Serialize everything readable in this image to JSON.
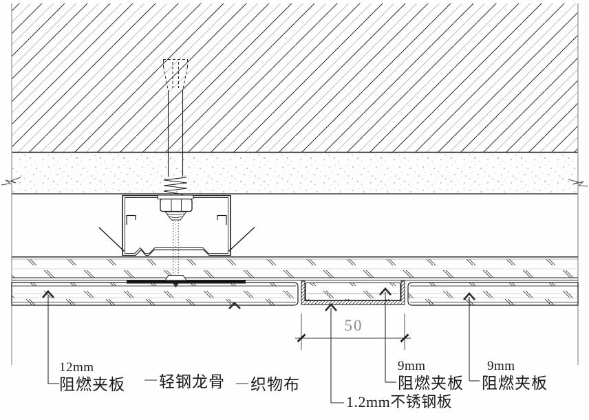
{
  "drawing_type": "ceiling-construction-detail",
  "colors": {
    "line": "#1c1c1c",
    "hatch_light": "#b8b8b8",
    "dim_text": "#8c8c8c",
    "steel_bar": "#111111"
  },
  "dimension": {
    "groove_width": "50"
  },
  "labels": {
    "plywood12": {
      "size": "12mm",
      "name": "阻燃夹板"
    },
    "keel": {
      "name": "轻钢龙骨"
    },
    "fabric": {
      "name": "织物布"
    },
    "steel": {
      "name": "1.2mm不锈钢板"
    },
    "plywood9_mid": {
      "size": "9mm",
      "name": "阻燃夹板"
    },
    "plywood9_right": {
      "size": "9mm",
      "name": "阻燃夹板"
    }
  }
}
